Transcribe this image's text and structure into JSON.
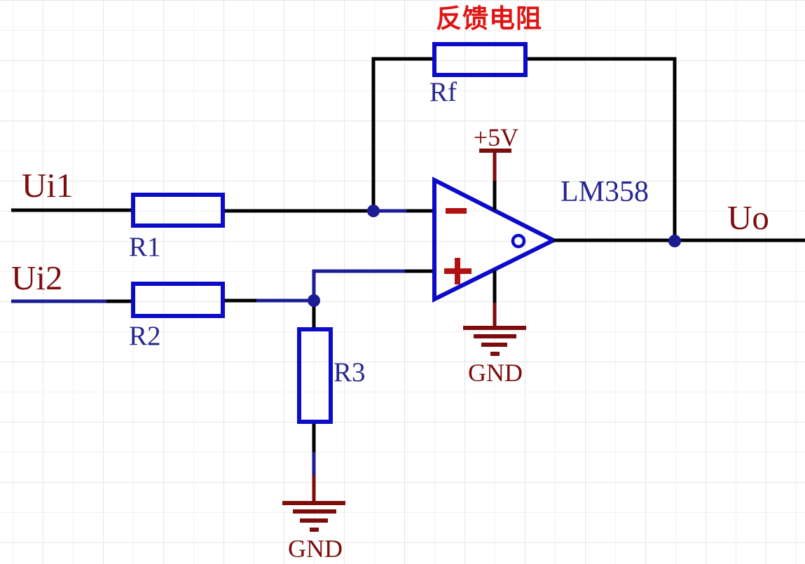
{
  "schematic": {
    "title": "反馈电阻",
    "components": {
      "rf": {
        "ref": "Rf"
      },
      "r1": {
        "ref": "R1"
      },
      "r2": {
        "ref": "R2"
      },
      "r3": {
        "ref": "R3"
      },
      "opamp": {
        "part": "LM358",
        "inverting_mark": "−",
        "noninverting_mark": "+"
      }
    },
    "power": {
      "vcc": "+5V",
      "gnd_opamp": "GND",
      "gnd_r3": "GND"
    },
    "ports": {
      "input1": "Ui1",
      "input2": "Ui2",
      "output": "Uo"
    },
    "colors": {
      "wire_black": "#000000",
      "component_blue": "#0b0bc8",
      "net_navy": "#1c1c94",
      "label_navy": "#26268f",
      "text_maroon": "#7d0d0d",
      "mark_red": "#b01111",
      "title_red": "#e01414"
    }
  }
}
